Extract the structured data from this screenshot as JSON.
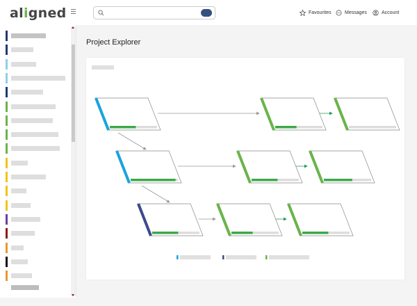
{
  "header": {
    "logo": {
      "prefix": "al",
      "accent": "i",
      "suffix": "gned"
    },
    "search": {
      "value": "",
      "placeholder": ""
    },
    "nav": [
      {
        "label": "Favourites",
        "icon": "star-icon"
      },
      {
        "label": "Messages",
        "icon": "chat-icon"
      },
      {
        "label": "Account",
        "icon": "user-icon"
      }
    ],
    "search_button_color": "#34507e"
  },
  "sidebar": {
    "items": [
      {
        "color": "#1f3a6e",
        "active": true
      },
      {
        "color": "#1f3a6e"
      },
      {
        "color": "#8fd0e8"
      },
      {
        "color": "#8fd0e8"
      },
      {
        "color": "#1f3a6e"
      },
      {
        "color": "#6ab44a"
      },
      {
        "color": "#6ab44a"
      },
      {
        "color": "#6ab44a"
      },
      {
        "color": "#6ab44a"
      },
      {
        "color": "#f0c419"
      },
      {
        "color": "#f0c419"
      },
      {
        "color": "#f0c419"
      },
      {
        "color": "#f0c419"
      },
      {
        "color": "#6a3fa0"
      },
      {
        "color": "#8b1a1a"
      },
      {
        "color": "#e69a2e"
      },
      {
        "color": "#111111"
      },
      {
        "color": "#e69a2e"
      }
    ]
  },
  "main": {
    "title": "Project Explorer"
  },
  "diagram": {
    "colors": {
      "cyan": "#1ba3dc",
      "green": "#6ab44a",
      "navy": "#3a4a8c",
      "progress": "#3ea84a",
      "track": "#dddddd"
    },
    "legend": [
      {
        "color": "#1ba3dc"
      },
      {
        "color": "#3a4a8c"
      },
      {
        "color": "#6ab44a"
      }
    ]
  }
}
